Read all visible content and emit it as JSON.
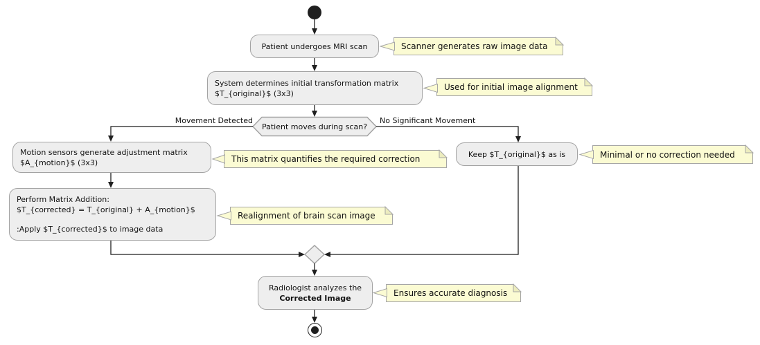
{
  "diagram": {
    "type": "activity-flowchart",
    "colors": {
      "activity_fill": "#EEEEEE",
      "activity_border": "#A3A3A3",
      "note_fill": "#FBFBD3",
      "note_border": "#A6A6A6",
      "edge": "#1f1f1f",
      "background": "#FFFFFF"
    },
    "nodes": {
      "activity_mri_scan": {
        "label": "Patient undergoes MRI scan"
      },
      "activity_transform_matrix": {
        "line1": "System determines initial transformation matrix",
        "line2": "$T_{original}$ (3x3)"
      },
      "decision": {
        "label": "Patient moves during scan?"
      },
      "branch_labels": {
        "left": "Movement Detected",
        "right": "No Significant Movement"
      },
      "activity_motion_sensors": {
        "line1": "Motion sensors generate adjustment matrix",
        "line2": "$A_{motion}$ (3x3)"
      },
      "activity_matrix_addition": {
        "line1": "Perform Matrix Addition:",
        "line2": "$T_{corrected} = T_{original} + A_{motion}$",
        "line3": ":Apply $T_{corrected}$ to image data"
      },
      "activity_keep_original": {
        "label": "Keep $T_{original}$ as is"
      },
      "activity_radiologist": {
        "line1": "Radiologist analyzes the",
        "line2": "Corrected Image"
      }
    },
    "notes": {
      "scanner": {
        "text": "Scanner generates raw image data"
      },
      "alignment": {
        "text": "Used for initial image alignment"
      },
      "quantify": {
        "text": "This matrix quantifies the required correction"
      },
      "realignment": {
        "text": "Realignment of brain scan image"
      },
      "minimal": {
        "text": "Minimal or no correction needed"
      },
      "diagnosis": {
        "text": "Ensures accurate diagnosis"
      }
    }
  }
}
